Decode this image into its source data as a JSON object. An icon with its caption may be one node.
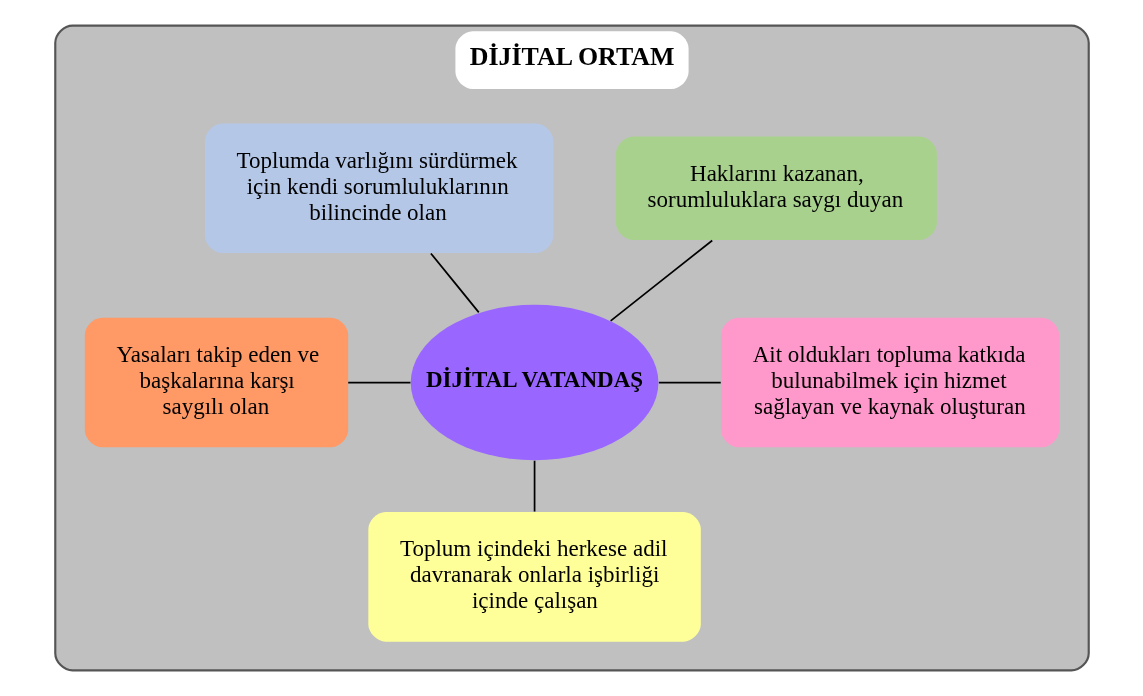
{
  "diagram": {
    "nodes": [
      {
        "text": [
          "DİJİTAL ORTAM"
        ]
      },
      {
        "text": [
          "DİJİTAL VATANDAŞ"
        ],
        "in": 0
      },
      {
        "text": [
          "Haklarını kazanan, sorumluluklara saygı duyan"
        ],
        "in": 0
      },
      {
        "text": [
          "Toplumda varlığını sürdürmek için kendi sorumluluklarının bilincinde olan"
        ],
        "in": 0
      },
      {
        "text": [
          "Yasaları takip eden ve başkalarına karşı saygılı olan"
        ],
        "in": 0
      },
      {
        "text": [
          "Ait oldukları topluma katkıda bulunabilmek için hizmet sağlayan ve kaynak oluşturan"
        ],
        "in": 0
      },
      {
        "text": [
          "Toplum içindeki herkese adil davranarak onlarla işbirliği içinde çalışan"
        ],
        "in": 0
      }
    ],
    "edges": [
      {
        "from": 2,
        "to": 1,
        "arrow": "none"
      },
      {
        "from": 3,
        "to": 1,
        "arrow": "none"
      },
      {
        "from": 4,
        "to": 1,
        "arrow": "none"
      },
      {
        "from": 1,
        "to": 5,
        "arrow": "none"
      },
      {
        "from": 1,
        "to": 6,
        "arrow": "none"
      }
    ]
  }
}
